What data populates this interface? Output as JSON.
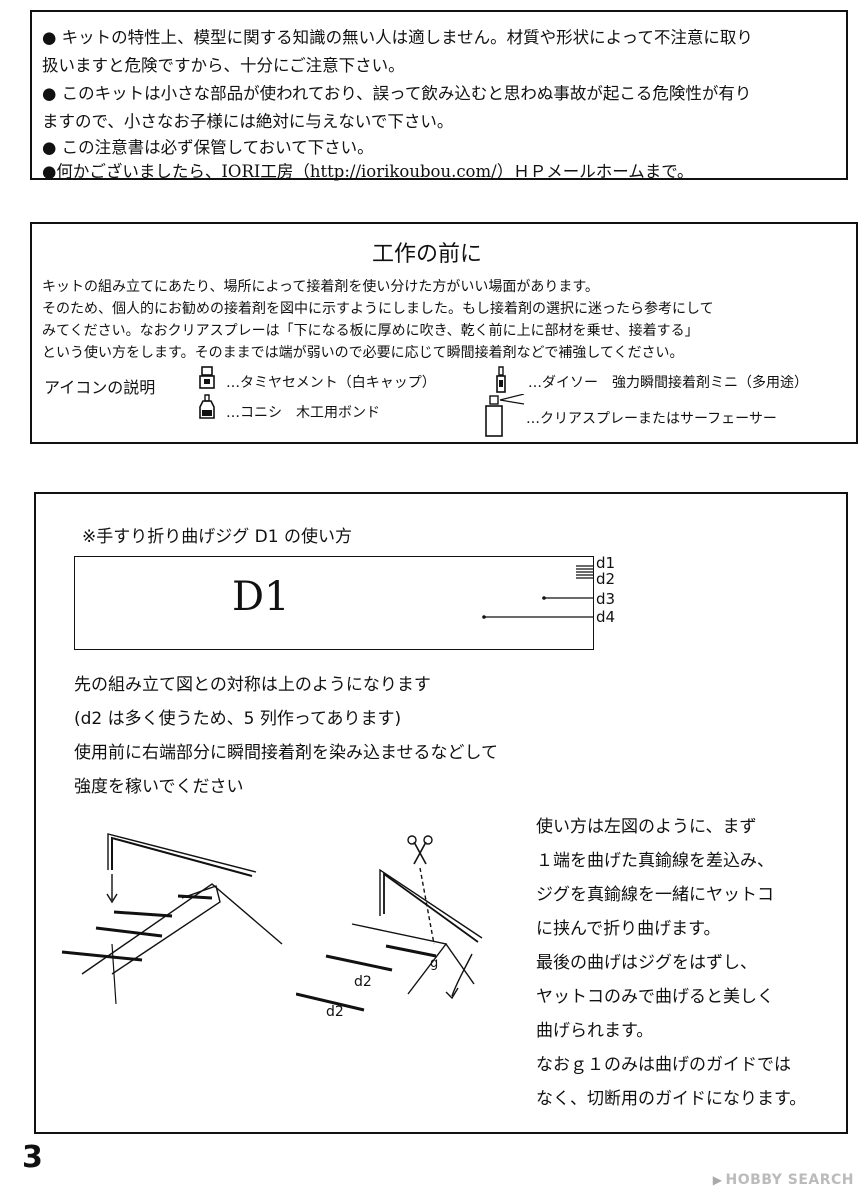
{
  "warning": {
    "lines": [
      "● キットの特性上、模型に関する知識の無い人は適しません。材質や形状によって不注意に取り",
      "扱いますと危険ですから、十分にご注意下さい。",
      "● このキットは小さな部品が使われており、誤って飲み込むと思わぬ事故が起こる危険性が有り",
      "ますので、小さなお子様には絶対に与えないで下さい。",
      "● この注意書は必ず保管しておいて下さい。",
      "●何かございましたら、IORI工房（http://iorikoubou.com/）ＨＰメールホームまで。"
    ]
  },
  "before_work": {
    "title": "工作の前に",
    "lines": [
      "キットの組み立てにあたり、場所によって接着剤を使い分けた方がいい場面があります。",
      "そのため、個人的にお勧めの接着剤を図中に示すようにしました。もし接着剤の選択に迷ったら参考にして",
      "みてください。なおクリアスプレーは「下になる板に厚めに吹き、乾く前に上に部材を乗せ、接着する」",
      "という使い方をします。そのままでは端が弱いので必要に応じて瞬間接着剤などで補強してください。"
    ],
    "icons_label": "アイコンの説明",
    "icons": [
      {
        "icon": "tamiya-cement-icon",
        "text": "…タミヤセメント（白キャップ）"
      },
      {
        "icon": "konishi-bond-icon",
        "text": "…コニシ　木工用ボンド"
      },
      {
        "icon": "daiso-glue-icon",
        "text": "…ダイソー　強力瞬間接着剤ミニ（多用途）"
      },
      {
        "icon": "spray-can-icon",
        "text": "…クリアスプレーまたはサーフェーサー"
      }
    ]
  },
  "jig": {
    "heading": "※手すり折り曲げジグ D1 の使い方",
    "part_label": "D1",
    "slot_labels": [
      "d1",
      "d2",
      "d3",
      "d4"
    ],
    "desc_lines": [
      "先の組み立て図との対称は上のようになります",
      "(d2 は多く使うため、5 列作ってあります)",
      "使用前に右端部分に瞬間接着剤を染み込ませるなどして",
      "強度を稼いでください"
    ],
    "usage_lines": [
      "使い方は左図のように、まず",
      "１端を曲げた真鍮線を差込み、",
      "ジグを真鍮線を一緒にヤットコ",
      "に挟んで折り曲げます。",
      "最後の曲げはジグをはずし、",
      "ヤットコのみで曲げると美しく",
      "曲げられます。",
      "なおｇ１のみは曲げのガイドでは",
      "なく、切断用のガイドになります。"
    ],
    "fig_labels": [
      "d2",
      "d2",
      "g"
    ]
  },
  "page_number": "3",
  "watermark": "HOBBY SEARCH"
}
